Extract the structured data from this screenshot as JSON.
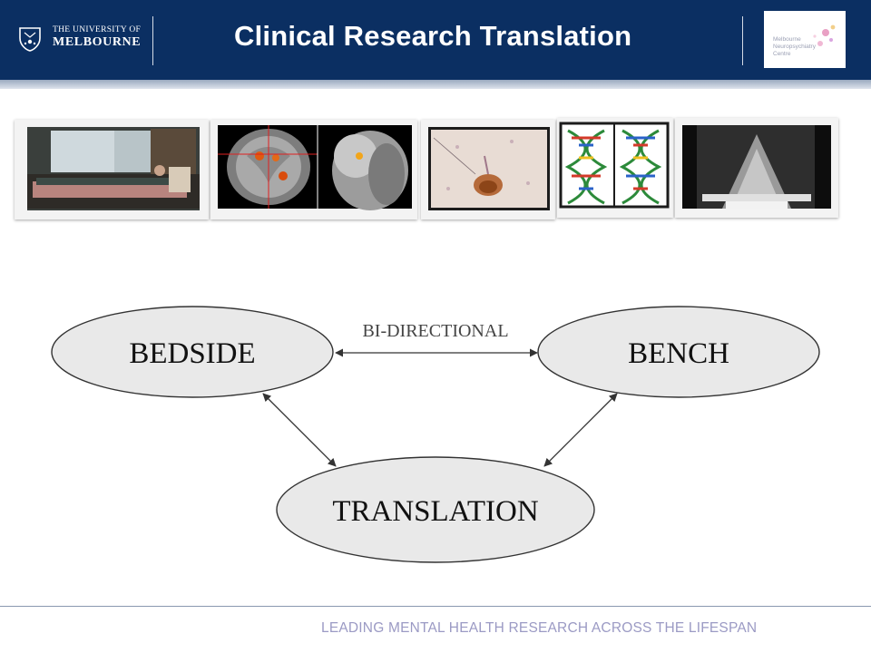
{
  "header": {
    "university_line1": "THE UNIVERSITY OF",
    "university_line2": "MELBOURNE",
    "title": "Clinical Research Translation",
    "partner_logo_text": "Melbourne Neuropsychiatry Centre"
  },
  "images": [
    {
      "icon": "patient-in-bed-photo"
    },
    {
      "icon": "brain-mri-scan"
    },
    {
      "icon": "neuron-microscopy"
    },
    {
      "icon": "dna-double-helix"
    },
    {
      "icon": "mri-scanner-photo"
    }
  ],
  "diagram": {
    "nodes": {
      "bedside": "BEDSIDE",
      "bench": "BENCH",
      "translation": "TRANSLATION"
    },
    "edge_label": "BI-DIRECTIONAL",
    "colors": {
      "node_fill": "#e9e9e9",
      "node_stroke": "#333333",
      "arrow": "#333333"
    }
  },
  "footer": {
    "tagline": "LEADING MENTAL HEALTH RESEARCH ACROSS THE LIFESPAN"
  },
  "colors": {
    "header_bg": "#0b2f62",
    "tagline": "#9b9ac4"
  }
}
